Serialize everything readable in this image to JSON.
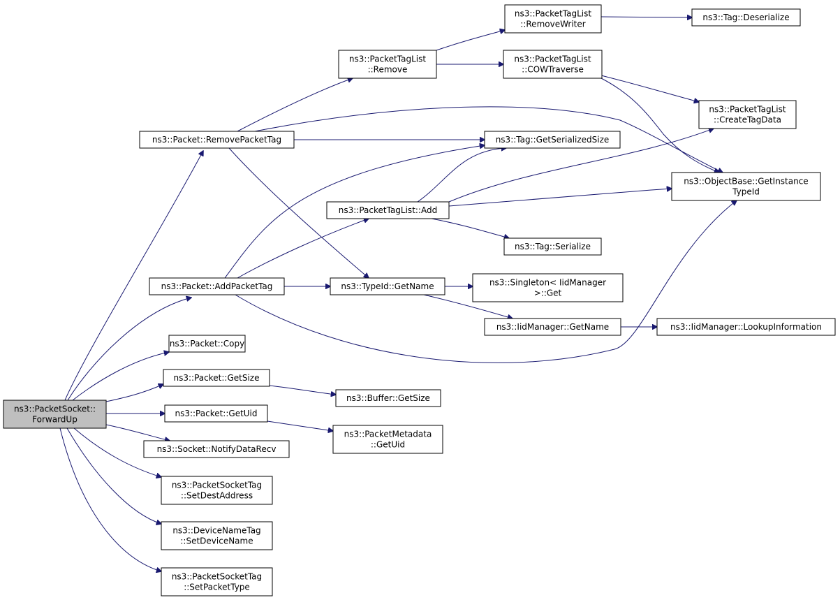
{
  "nodes": {
    "forward_up": [
      "ns3::PacketSocket::",
      "ForwardUp"
    ],
    "remove_packet_tag": [
      "ns3::Packet::RemovePacketTag"
    ],
    "add_packet_tag": [
      "ns3::Packet::AddPacketTag"
    ],
    "packet_copy": [
      "ns3::Packet::Copy"
    ],
    "packet_get_size": [
      "ns3::Packet::GetSize"
    ],
    "packet_get_uid": [
      "ns3::Packet::GetUid"
    ],
    "notify_data_recv": [
      "ns3::Socket::NotifyDataRecv"
    ],
    "set_dest_address": [
      "ns3::PacketSocketTag",
      "::SetDestAddress"
    ],
    "set_device_name": [
      "ns3::DeviceNameTag",
      "::SetDeviceName"
    ],
    "set_packet_type": [
      "ns3::PacketSocketTag",
      "::SetPacketType"
    ],
    "tag_list_remove": [
      "ns3::PacketTagList",
      "::Remove"
    ],
    "tag_list_add": [
      "ns3::PacketTagList::Add"
    ],
    "typeid_get_name": [
      "ns3::TypeId::GetName"
    ],
    "buffer_get_size": [
      "ns3::Buffer::GetSize"
    ],
    "metadata_get_uid": [
      "ns3::PacketMetadata",
      "::GetUid"
    ],
    "remove_writer": [
      "ns3::PacketTagList",
      "::RemoveWriter"
    ],
    "cow_traverse": [
      "ns3::PacketTagList",
      "::COWTraverse"
    ],
    "tag_get_serialized_size": [
      "ns3::Tag::GetSerializedSize"
    ],
    "tag_serialize": [
      "ns3::Tag::Serialize"
    ],
    "singleton_get": [
      "ns3::Singleton< IidManager",
      ">::Get"
    ],
    "iid_manager_get_name": [
      "ns3::IidManager::GetName"
    ],
    "tag_deserialize": [
      "ns3::Tag::Deserialize"
    ],
    "create_tag_data": [
      "ns3::PacketTagList",
      "::CreateTagData"
    ],
    "get_instance_typeid": [
      "ns3::ObjectBase::GetInstance",
      "TypeId"
    ],
    "lookup_information": [
      "ns3::IidManager::LookupInformation"
    ]
  },
  "colors": {
    "edge": "#191970",
    "root_fill": "#bfbfbf",
    "node_fill": "#ffffff",
    "node_border": "#000000"
  }
}
